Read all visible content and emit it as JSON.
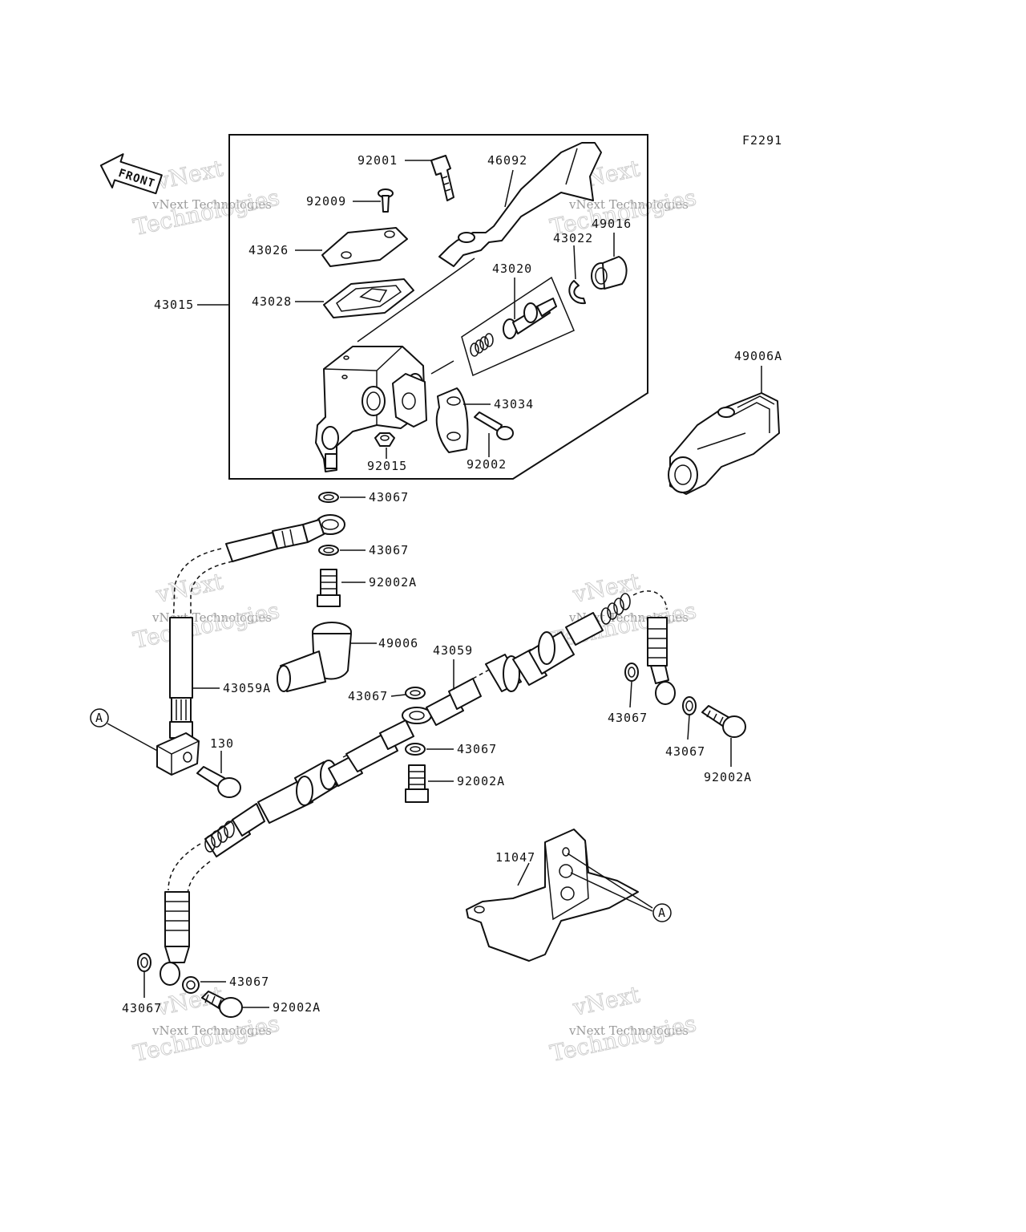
{
  "figure_code": "F2291",
  "front_arrow": "FRONT",
  "watermark": {
    "line1": "vNext",
    "line2": "vNext Technologies",
    "line3": "Technologies"
  },
  "callout_letter": "A",
  "labels": {
    "p92001": "92001",
    "p46092": "46092",
    "p92009": "92009",
    "p43026": "43026",
    "p43022": "43022",
    "p49016": "49016",
    "p43020": "43020",
    "p43015": "43015",
    "p43028": "43028",
    "p49006A": "49006A",
    "p43034": "43034",
    "p92015": "92015",
    "p92002": "92002",
    "p43067a": "43067",
    "p43067b": "43067",
    "p92002Aa": "92002A",
    "p49006": "49006",
    "p43059": "43059",
    "p43059A": "43059A",
    "p43067c": "43067",
    "p43067d": "43067",
    "p43067e": "43067",
    "p43067f": "43067",
    "p92002Ab": "92002A",
    "p92002Ac": "92002A",
    "p130": "130",
    "p11047": "11047",
    "p43067g": "43067",
    "p43067h": "43067",
    "p92002Ad": "92002A"
  }
}
